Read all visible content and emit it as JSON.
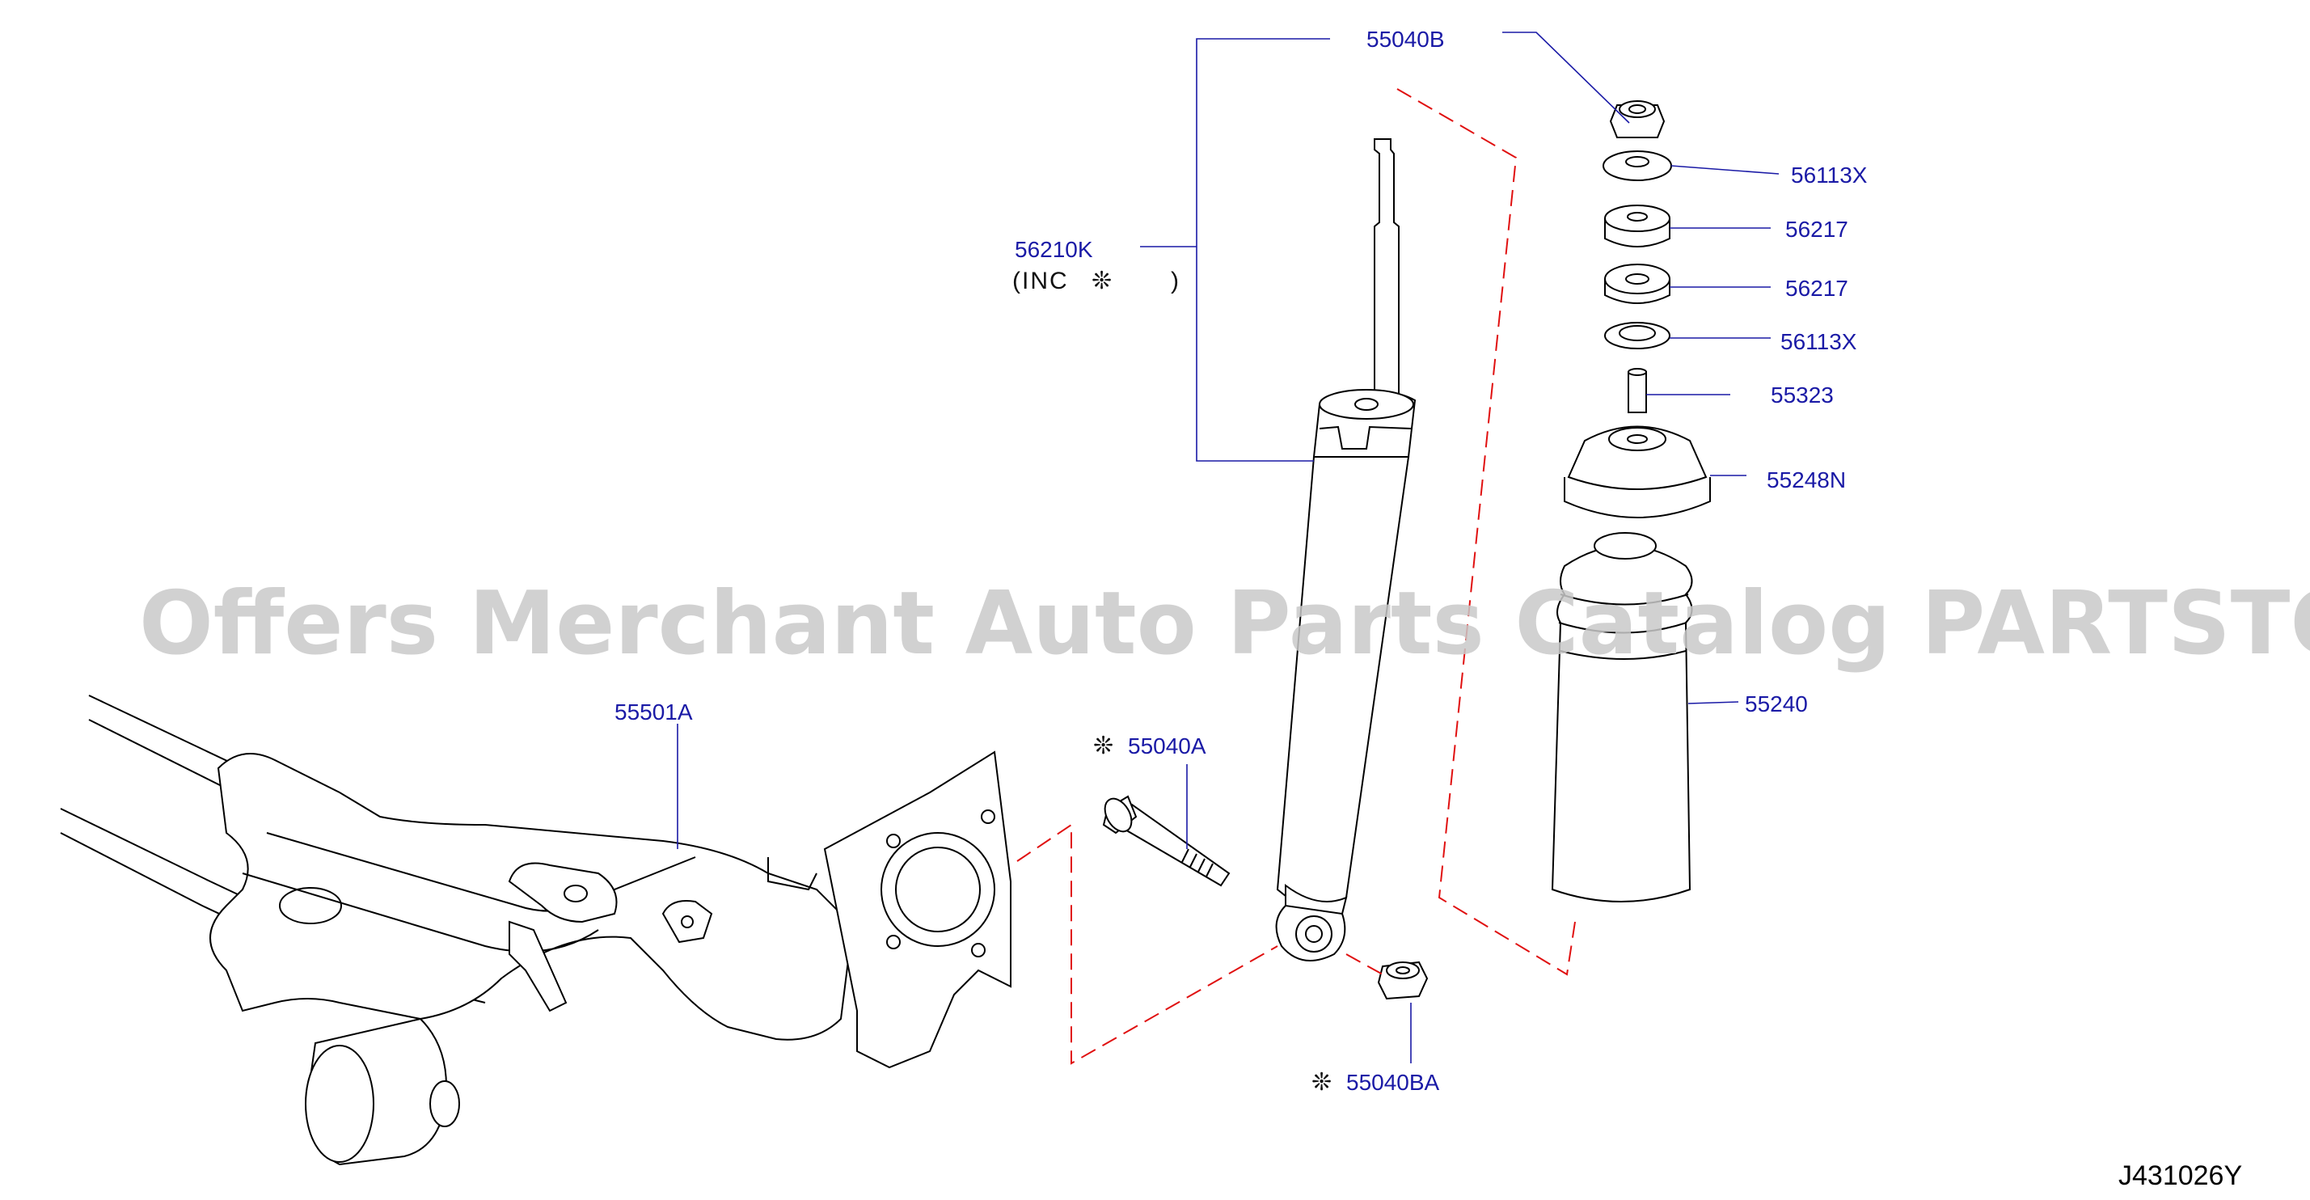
{
  "labels": {
    "p55040B": "55040B",
    "p56113X_top": "56113X",
    "p56217_top": "56217",
    "p56217_bottom": "56217",
    "p56113X_bottom": "56113X",
    "p55323": "55323",
    "p55248N": "55248N",
    "p55240": "55240",
    "p56210K": "56210K",
    "inc_open": "(INC",
    "inc_close": ")",
    "p55501A": "55501A",
    "p55040A": "55040A",
    "p55040BA": "55040BA",
    "asterisk": "❊"
  },
  "diagram_code": "J431026Y",
  "watermark": "Offers Merchant Auto Parts Catalog PARTSTORE.SA",
  "colors": {
    "label": "#1a1aa6",
    "dashed_outline": "#e01010",
    "watermark": "#c9c9c9"
  }
}
